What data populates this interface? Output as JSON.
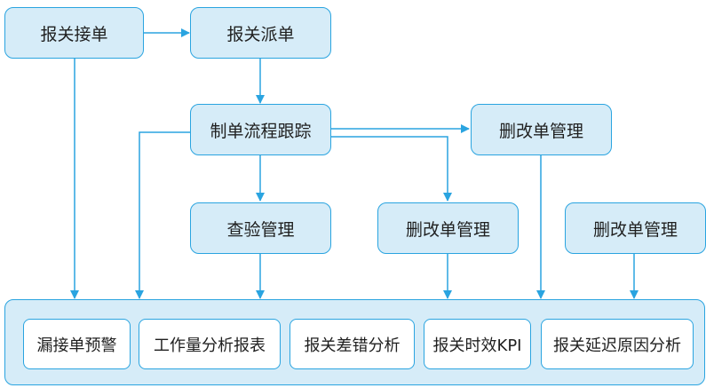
{
  "colors": {
    "node_fill": "#d6ecf8",
    "node_border": "#2aa4e0",
    "arrow": "#2aa4e0",
    "output_fill": "#ffffff",
    "text": "#1f1f1f"
  },
  "nodes": {
    "receive": "报关接单",
    "dispatch": "报关派单",
    "tracking": "制单流程跟踪",
    "revise_top": "删改单管理",
    "inspection": "查验管理",
    "revise_mid": "删改单管理",
    "revise_right": "删改单管理"
  },
  "outputs": [
    "漏接单预警",
    "工作量分析报表",
    "报关差错分析",
    "报关时效KPI",
    "报关延迟原因分析"
  ]
}
